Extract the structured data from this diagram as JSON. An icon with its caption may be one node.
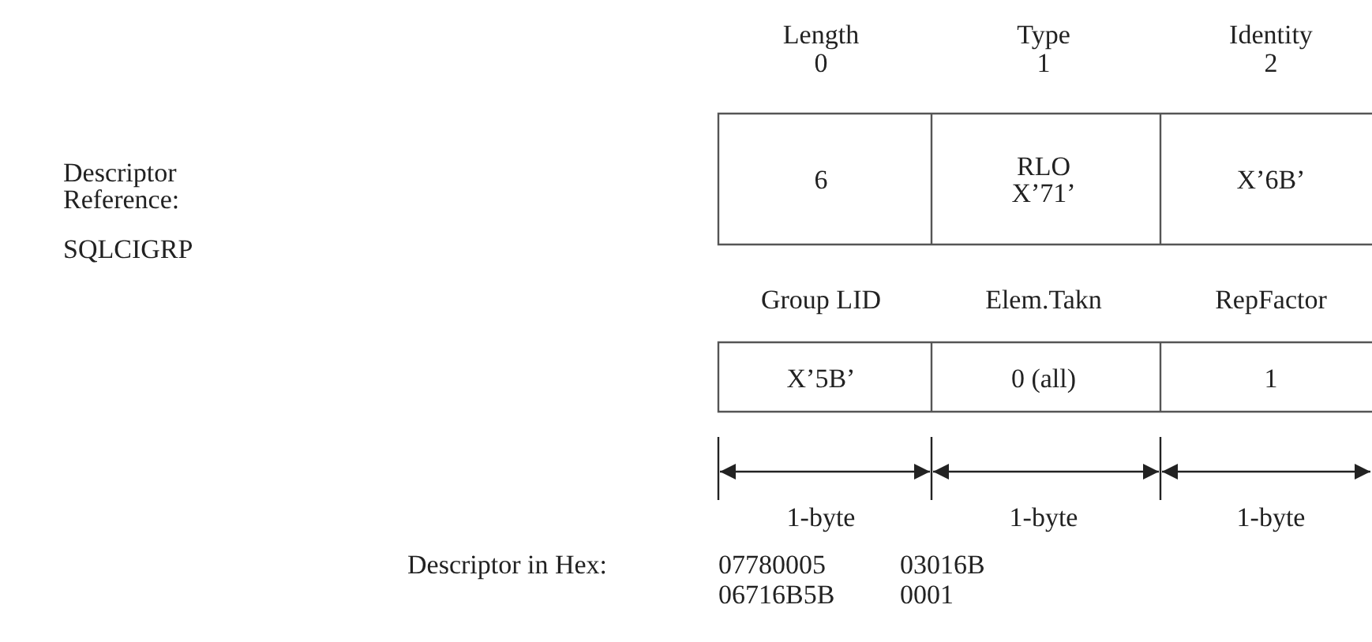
{
  "diagram": {
    "labels": [
      "Length",
      "Type",
      "Identity",
      "0",
      "1",
      "2",
      "6",
      "RLO X’71’",
      "X’6B’",
      "Descriptor Reference:",
      "Group LID",
      "Elem.Takn",
      "RepFactor",
      "SQLCIGRP",
      "X’5B’",
      "0 (all)",
      "1",
      "1-byte",
      "1-byte",
      "1-byte",
      "Descriptor in Hex:",
      "07780005",
      "03016B",
      "06716B5B",
      "0001"
    ]
  }
}
